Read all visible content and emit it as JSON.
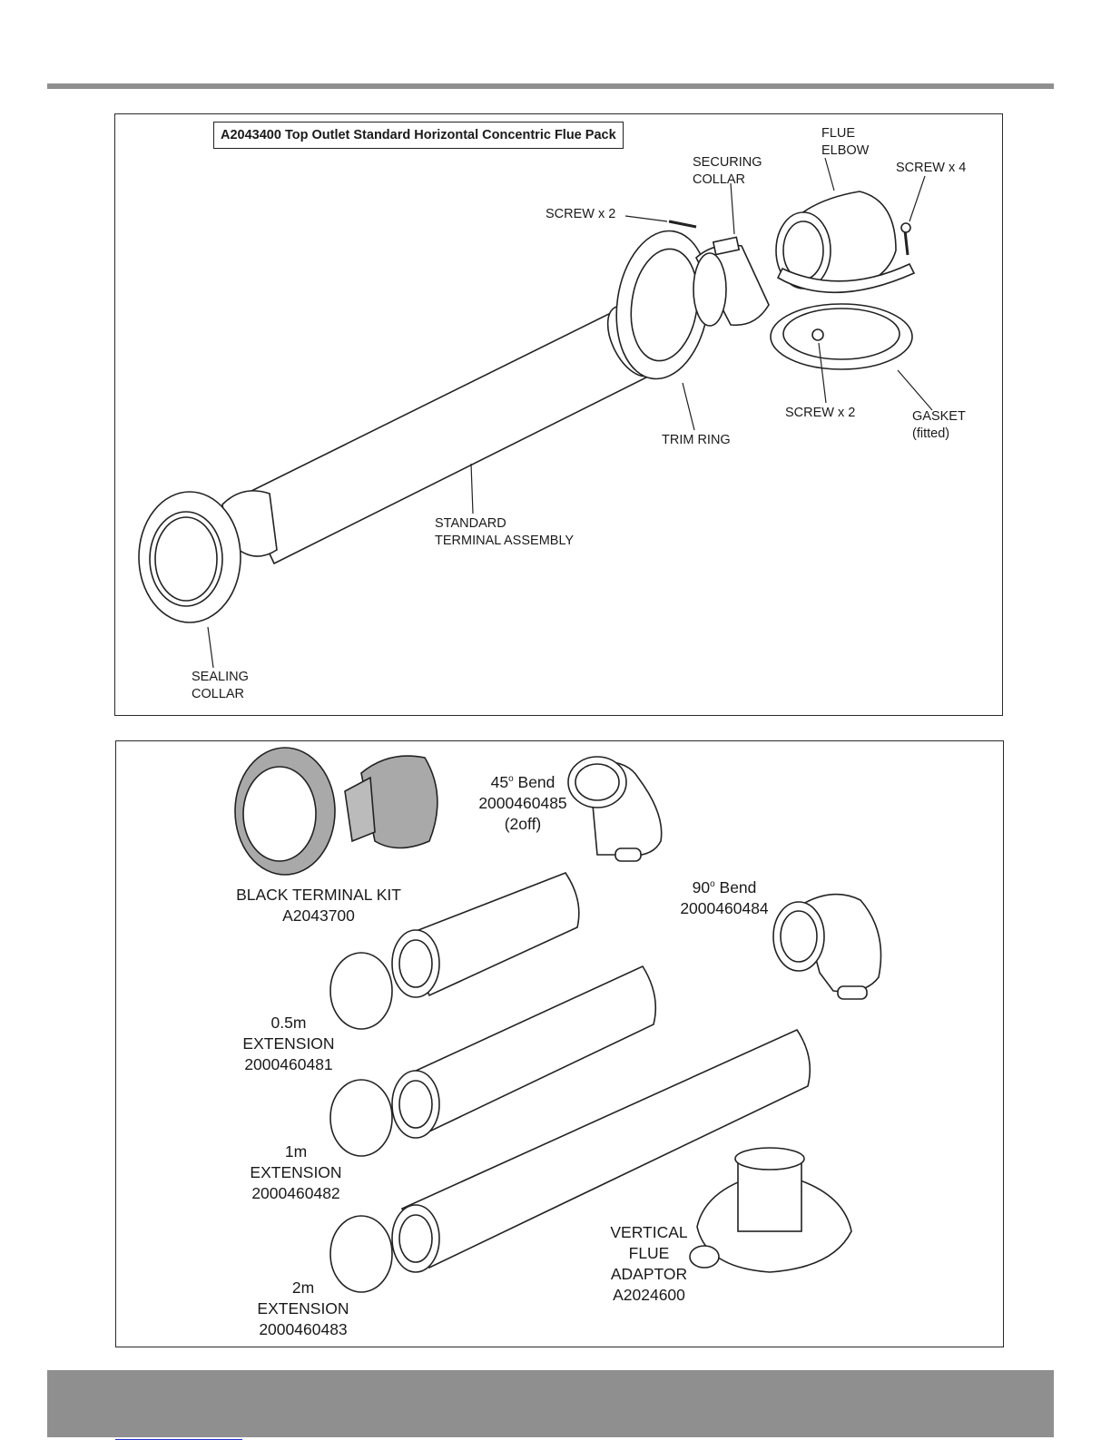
{
  "panel1": {
    "title": "A2043400 Top Outlet Standard Horizontal Concentric Flue Pack",
    "labels": {
      "flue_elbow": [
        "FLUE",
        "ELBOW"
      ],
      "securing_collar": [
        "SECURING",
        "COLLAR"
      ],
      "screw_x4": "SCREW x 4",
      "screw_x2_top": "SCREW x 2",
      "screw_x2_bottom": "SCREW x 2",
      "gasket": [
        "GASKET",
        "(fitted)"
      ],
      "trim_ring": "TRIM RING",
      "standard_terminal": [
        "STANDARD",
        "TERMINAL ASSEMBLY"
      ],
      "sealing_collar": [
        "SEALING",
        "COLLAR"
      ]
    }
  },
  "panel2": {
    "labels": {
      "bend45": {
        "name": "Bend",
        "angle": "45",
        "deg": "o",
        "code": "2000460485",
        "qty": "(2off)"
      },
      "bend90": {
        "name": "Bend",
        "angle": "90",
        "deg": "o",
        "code": "2000460484"
      },
      "black_terminal": [
        "BLACK TERMINAL KIT",
        "A2043700"
      ],
      "ext05": [
        "0.5m",
        "EXTENSION",
        "2000460481"
      ],
      "ext1": [
        "1m",
        "EXTENSION",
        "2000460482"
      ],
      "ext2": [
        "2m",
        "EXTENSION",
        "2000460483"
      ],
      "vertical_adaptor": [
        "VERTICAL",
        "FLUE",
        "ADAPTOR",
        "A2024600"
      ]
    }
  },
  "colors": {
    "rule": "#8f8f8f",
    "black_kit_fill": "#a9a9a9",
    "link": "#2233cc"
  }
}
